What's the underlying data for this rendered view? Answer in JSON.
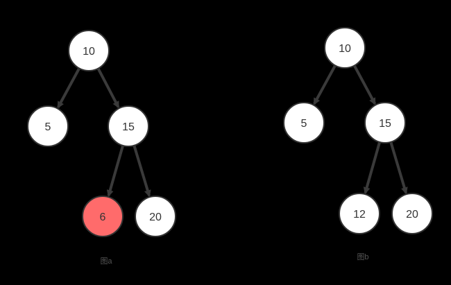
{
  "colors": {
    "background": "#000000",
    "node_fill": "#ffffff",
    "node_stroke": "#333333",
    "highlight_fill": "#ff6b6b",
    "edge": "#3a3a3a"
  },
  "tree_a": {
    "caption": "图a",
    "nodes": [
      {
        "id": "a-10",
        "label": "10"
      },
      {
        "id": "a-5",
        "label": "5"
      },
      {
        "id": "a-15",
        "label": "15"
      },
      {
        "id": "a-6",
        "label": "6",
        "highlight": true
      },
      {
        "id": "a-20",
        "label": "20"
      }
    ],
    "edges": [
      [
        "a-10",
        "a-5"
      ],
      [
        "a-10",
        "a-15"
      ],
      [
        "a-15",
        "a-6"
      ],
      [
        "a-15",
        "a-20"
      ]
    ]
  },
  "tree_b": {
    "caption": "图b",
    "nodes": [
      {
        "id": "b-10",
        "label": "10"
      },
      {
        "id": "b-5",
        "label": "5"
      },
      {
        "id": "b-15",
        "label": "15"
      },
      {
        "id": "b-12",
        "label": "12"
      },
      {
        "id": "b-20",
        "label": "20"
      }
    ],
    "edges": [
      [
        "b-10",
        "b-5"
      ],
      [
        "b-10",
        "b-15"
      ],
      [
        "b-15",
        "b-12"
      ],
      [
        "b-15",
        "b-20"
      ]
    ]
  }
}
